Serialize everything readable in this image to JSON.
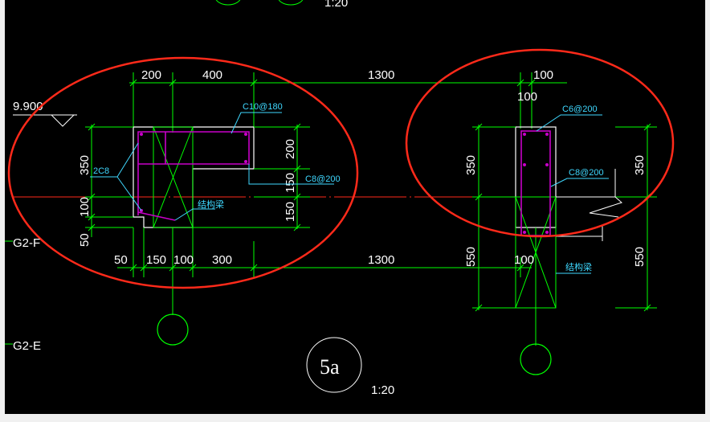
{
  "drawing": {
    "elevation": "9.900",
    "axes": [
      "G2-F",
      "G2-E"
    ],
    "detail_number": "5a",
    "scale": "1:20",
    "top_scale_fragment": "1:20",
    "left_detail": {
      "top_dims": [
        "200",
        "400",
        "1300"
      ],
      "bottom_dims": [
        "50",
        "150",
        "100",
        "300",
        "1300"
      ],
      "left_vdims": [
        "350",
        "100",
        "50"
      ],
      "right_vdims": [
        "200",
        "150",
        "150"
      ],
      "rebar_labels": [
        "C10@180",
        "2C8",
        "C8@200"
      ],
      "beam_label": "结构梁"
    },
    "right_detail": {
      "top_dims": [
        "100",
        "100"
      ],
      "bottom_dims": [
        "100"
      ],
      "left_vdims": [
        "350",
        "550"
      ],
      "right_vdims": [
        "350",
        "550"
      ],
      "rebar_labels": [
        "C6@200",
        "C8@200"
      ],
      "beam_label": "结构梁"
    },
    "colors": {
      "background": "#000000",
      "dimension_lines": "#00ff00",
      "rebar": "#c800c8",
      "annotation": "#3fd8ff",
      "highlight_ellipse": "#ff2a1a",
      "centerline": "#ff2a1a"
    }
  }
}
